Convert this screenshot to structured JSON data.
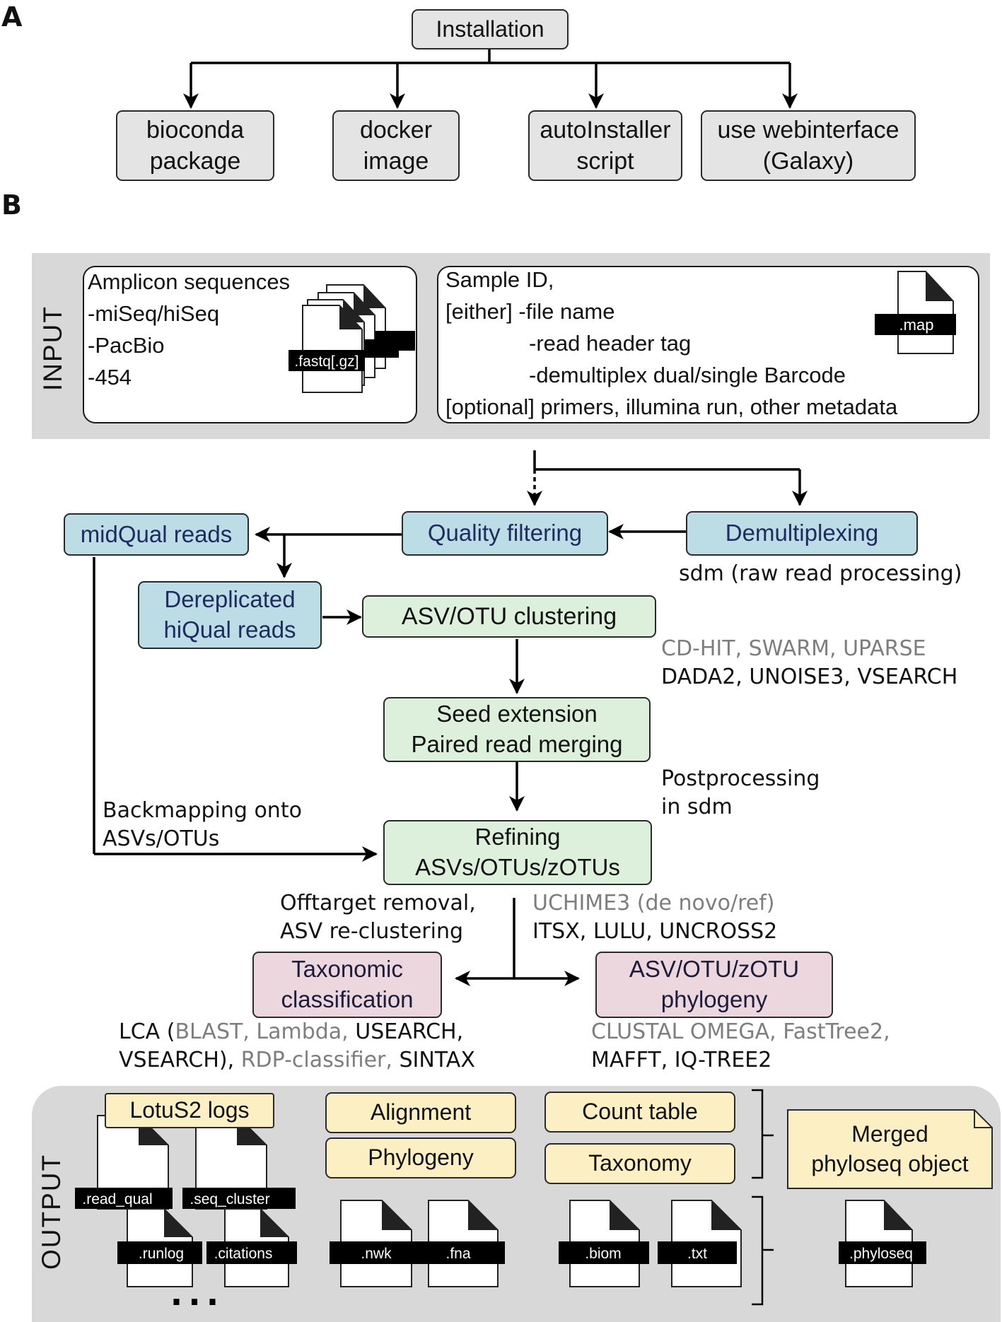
{
  "panels": {
    "a": "A",
    "b": "B"
  },
  "installation": {
    "root": "Installation",
    "options": [
      {
        "line1": "bioconda",
        "line2": "package"
      },
      {
        "line1": "docker",
        "line2": "image"
      },
      {
        "line1": "autoInstaller",
        "line2": "script"
      },
      {
        "line1": "use webinterface",
        "line2": "(Galaxy)"
      }
    ]
  },
  "input": {
    "label": "INPUT",
    "amplicon": [
      "Amplicon sequences",
      "-miSeq/hiSeq",
      "-PacBio",
      "-454"
    ],
    "amplicon_file": ".fastq[.gz]",
    "mapping": [
      "Sample ID,",
      "[either] -file name",
      "-read header tag",
      "-demultiplex dual/single Barcode",
      "[optional] primers, illumina run, other metadata"
    ],
    "map_file": ".map"
  },
  "pipeline": {
    "demultiplexing": "Demultiplexing",
    "quality_filtering": "Quality filtering",
    "midqual": "midQual reads",
    "dereplicated": {
      "line1": "Dereplicated",
      "line2": "hiQual reads"
    },
    "clustering": "ASV/OTU clustering",
    "seed": {
      "line1": "Seed extension",
      "line2": "Paired read merging"
    },
    "refining": {
      "line1": "Refining",
      "line2": "ASVs/OTUs/zOTUs"
    },
    "taxonomic": {
      "line1": "Taxonomic",
      "line2": "classification"
    },
    "phylogeny": {
      "line1": "ASV/OTU/zOTU",
      "line2": "phylogeny"
    },
    "sdm_label": "sdm (raw read processing)",
    "clustering_tools": {
      "gray": "CD-HIT, SWARM, UPARSE",
      "black": "DADA2, UNOISE3, VSEARCH"
    },
    "postprocessing": {
      "line1": "Postprocessing",
      "line2": "in sdm"
    },
    "backmapping": {
      "line1": "Backmapping onto",
      "line2": "ASVs/OTUs"
    },
    "offtarget": {
      "line1": "Offtarget removal,",
      "line2": "ASV re-clustering"
    },
    "chimera_tools": {
      "gray": "UCHIME3 (de novo/ref)",
      "black": "ITSX, LULU, UNCROSS2"
    },
    "taxonomy_tools": {
      "line1": [
        [
          "k",
          "LCA ("
        ],
        [
          "g",
          "BLAST, Lambda, "
        ],
        [
          "k",
          "USEARCH,"
        ]
      ],
      "line2": [
        [
          "k",
          "VSEARCH), "
        ],
        [
          "g",
          "RDP-classifier, "
        ],
        [
          "k",
          "SINTAX"
        ]
      ]
    },
    "phylogeny_tools": {
      "gray": "CLUSTAL OMEGA, FastTree2,",
      "black": "MAFFT, IQ-TREE2"
    }
  },
  "output": {
    "label": "OUTPUT",
    "logs": "LotuS2 logs",
    "alignment": "Alignment",
    "phylogeny": "Phylogeny",
    "count_table": "Count table",
    "taxonomy": "Taxonomy",
    "merged": {
      "line1": "Merged",
      "line2": "phyloseq object"
    },
    "files": {
      "read_qual": ".read_qual",
      "seq_cluster": ".seq_cluster",
      "runlog": ".runlog",
      "citations": ".citations",
      "nwk": ".nwk",
      "fna": ".fna",
      "biom": ".biom",
      "txt": ".txt",
      "phyloseq": ".phyloseq"
    },
    "ellipsis": "..."
  },
  "colors": {
    "gray_box": "#e4e4e4",
    "blue_box": "#bcdde6",
    "green_box": "#ddf0dc",
    "pink_box": "#ecd7de",
    "cream_box": "#fcefc4",
    "band": "#d8d8d8",
    "gray_tool_text": "#7e7e7e"
  },
  "icons": [
    "document-icon",
    "arrow-icon"
  ]
}
